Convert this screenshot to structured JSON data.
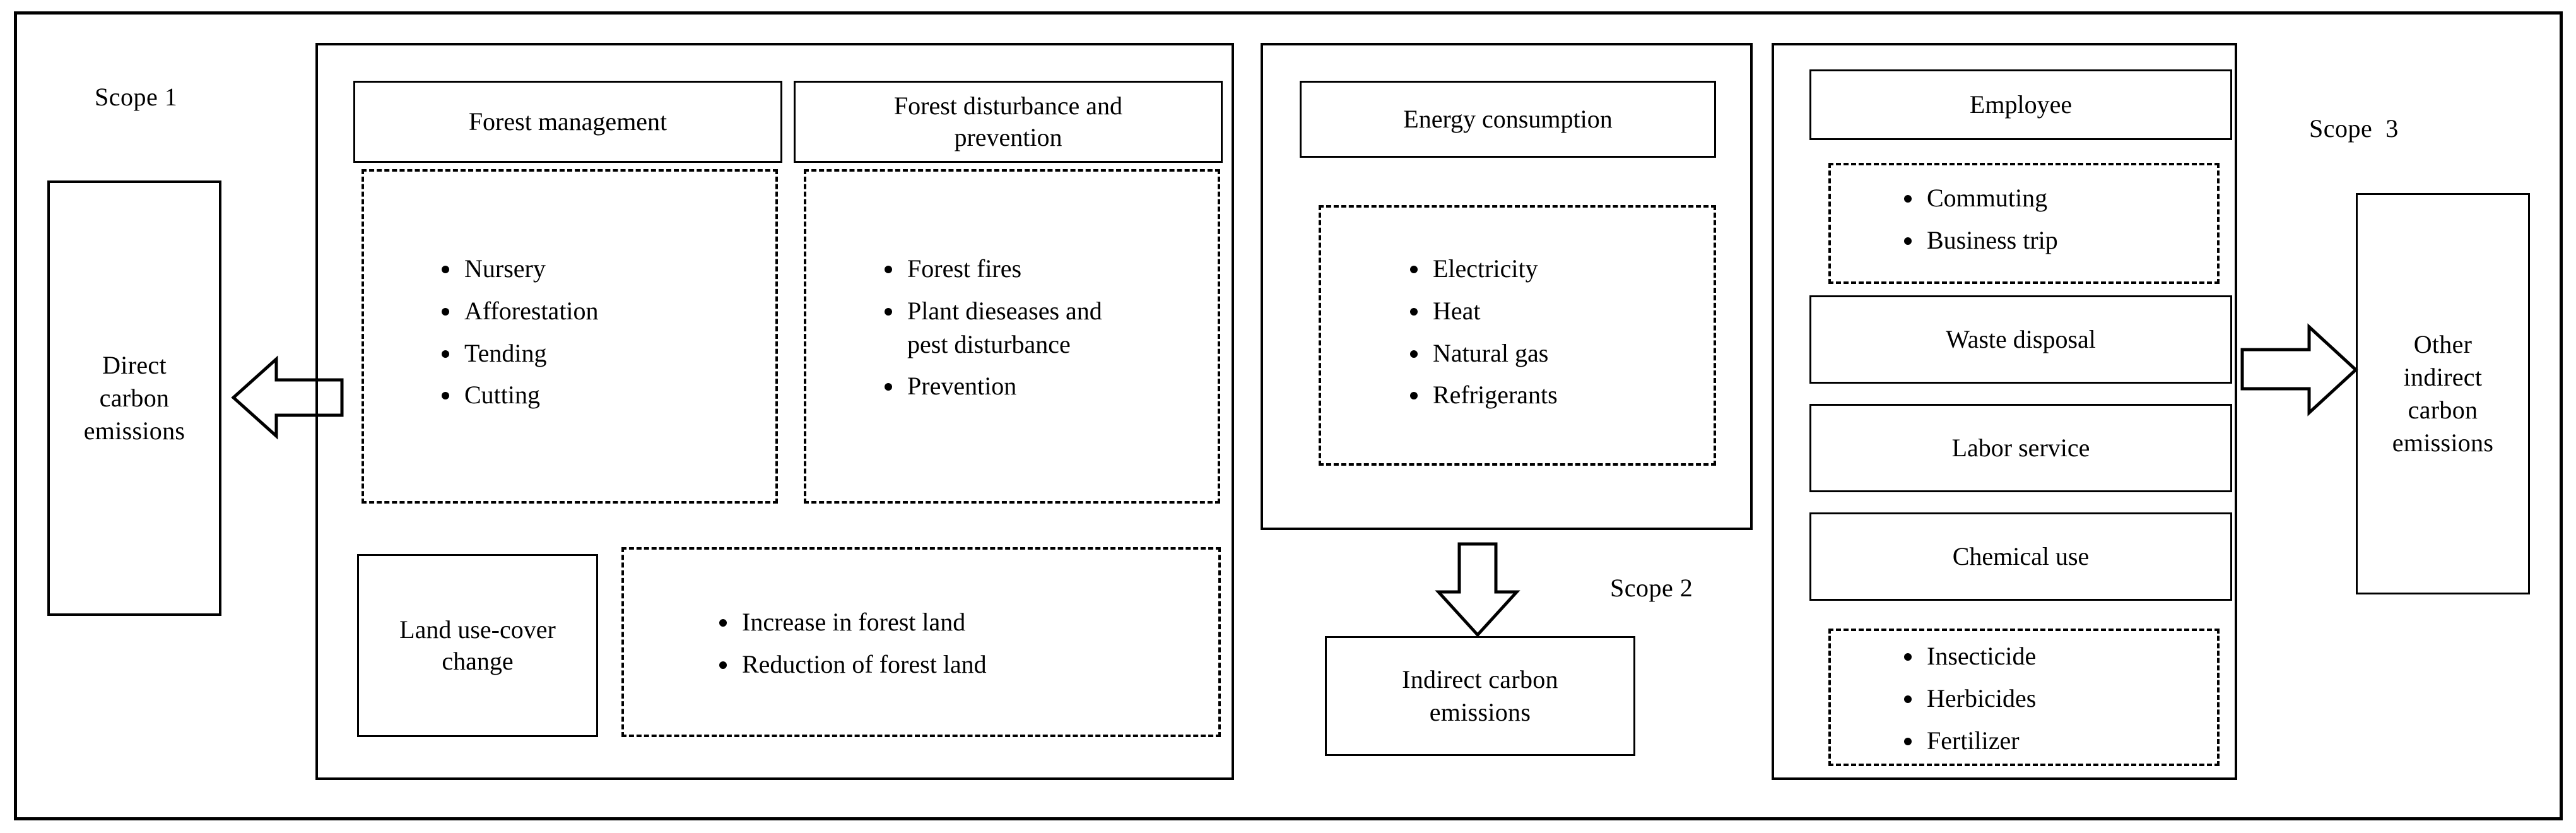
{
  "diagram": {
    "title_present": false,
    "scopes": {
      "scope1": {
        "tag": "Scope 1",
        "outcome_box": "Direct\ncarbon\nemissions",
        "groups": [
          {
            "header": "Forest management",
            "items": [
              "Nursery",
              "Afforestation",
              "Tending",
              "Cutting"
            ]
          },
          {
            "header": "Forest disturbance and\nprevention",
            "items": [
              "Forest fires",
              "Plant dieseases and\npest disturbance",
              "Prevention"
            ]
          },
          {
            "header": "Land use-cover\nchange",
            "items": [
              "Increase in forest land",
              "Reduction of forest land"
            ]
          }
        ]
      },
      "scope2": {
        "tag": "Scope 2",
        "outcome_box": "Indirect carbon\nemissions",
        "groups": [
          {
            "header": "Energy consumption",
            "items": [
              "Electricity",
              "Heat",
              "Natural gas",
              "Refrigerants"
            ]
          }
        ]
      },
      "scope3": {
        "tag": "Scope  3",
        "outcome_box": "Other\nindirect\ncarbon\nemissions",
        "groups": [
          {
            "header": "Employee",
            "items": [
              "Commuting",
              "Business trip"
            ]
          },
          {
            "header": "Waste disposal",
            "items": []
          },
          {
            "header": "Labor service",
            "items": []
          },
          {
            "header": "Chemical use",
            "items": [
              "Insecticide",
              "Herbicides",
              "Fertilizer"
            ]
          }
        ]
      }
    },
    "arrows": [
      {
        "name": "scope1-left-arrow",
        "direction": "left"
      },
      {
        "name": "scope2-down-arrow",
        "direction": "down"
      },
      {
        "name": "scope3-right-arrow",
        "direction": "right"
      }
    ],
    "colors": {
      "stroke": "#000000",
      "background": "#ffffff"
    }
  }
}
